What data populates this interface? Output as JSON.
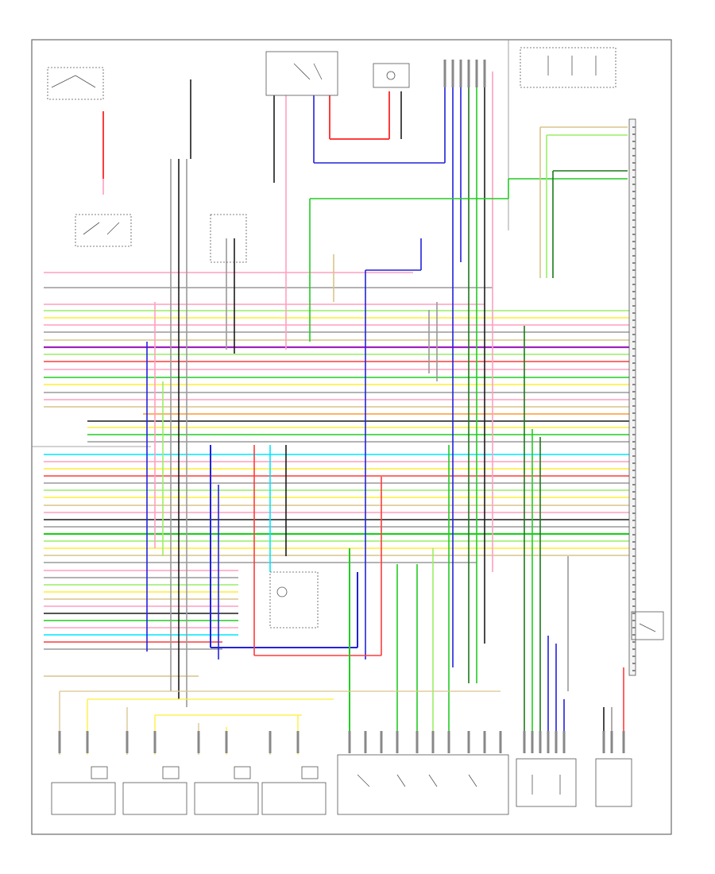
{
  "diagram": {
    "footer_code": "",
    "colors": {
      "border": "#6b6b6b",
      "black": "#1c1c1c",
      "gray": "#9a9a9a",
      "red": "#ff3b3b",
      "pink": "#ff9fbf",
      "blue": "#2222dd",
      "lightblue": "#66ccff",
      "green": "#22cc22",
      "lightgreen": "#99ee66",
      "yellow": "#ffee33",
      "tan": "#d8c48a",
      "orange": "#ff9933",
      "violet": "#a020c0",
      "cyan": "#00e5ff",
      "darkgreen": "#1a7a1a"
    },
    "components": [
      {
        "id": "ignition-switch",
        "label": ""
      },
      {
        "id": "fuse-relay-box",
        "label": ""
      },
      {
        "id": "main-relay",
        "label": ""
      },
      {
        "id": "fuel-pump-relay",
        "label": ""
      },
      {
        "id": "transmission-range-switch",
        "label": ""
      },
      {
        "id": "knock-sensor",
        "label": ""
      },
      {
        "id": "speed-sensor",
        "label": ""
      },
      {
        "id": "ecm",
        "label": ""
      },
      {
        "id": "vehicle-speed-sensor",
        "label": ""
      },
      {
        "id": "injector-1",
        "label": ""
      },
      {
        "id": "injector-2",
        "label": ""
      },
      {
        "id": "injector-3",
        "label": ""
      },
      {
        "id": "injector-4",
        "label": ""
      },
      {
        "id": "ignition-module",
        "label": ""
      },
      {
        "id": "idle-control-valve",
        "label": ""
      },
      {
        "id": "pressure-sensor",
        "label": ""
      }
    ]
  }
}
